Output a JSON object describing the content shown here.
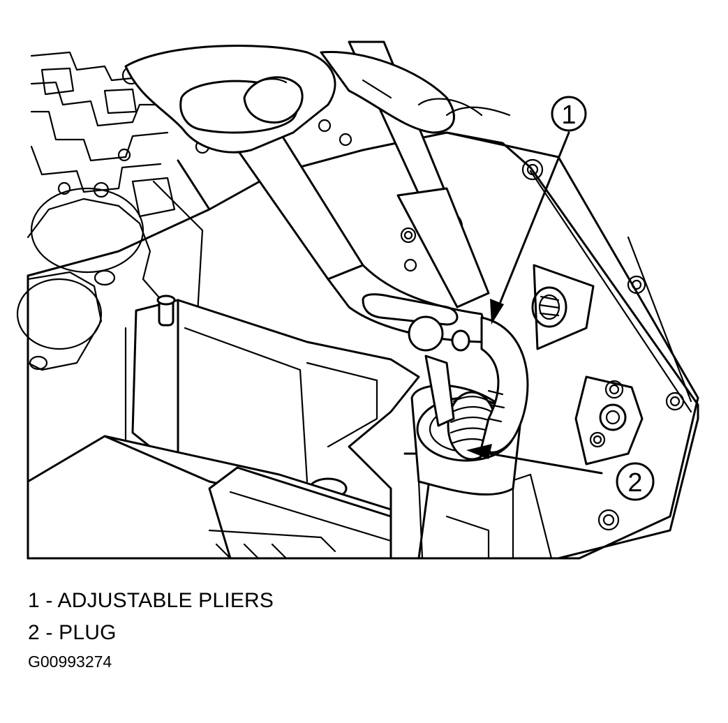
{
  "legend": {
    "items": [
      {
        "number": "1",
        "label": "1 - ADJUSTABLE PLIERS"
      },
      {
        "number": "2",
        "label": "2 - PLUG"
      }
    ]
  },
  "callouts": [
    {
      "number": "1"
    },
    {
      "number": "2"
    }
  ],
  "figure_id": "G00993274",
  "colors": {
    "ink": "#000000",
    "paper": "#ffffff"
  }
}
